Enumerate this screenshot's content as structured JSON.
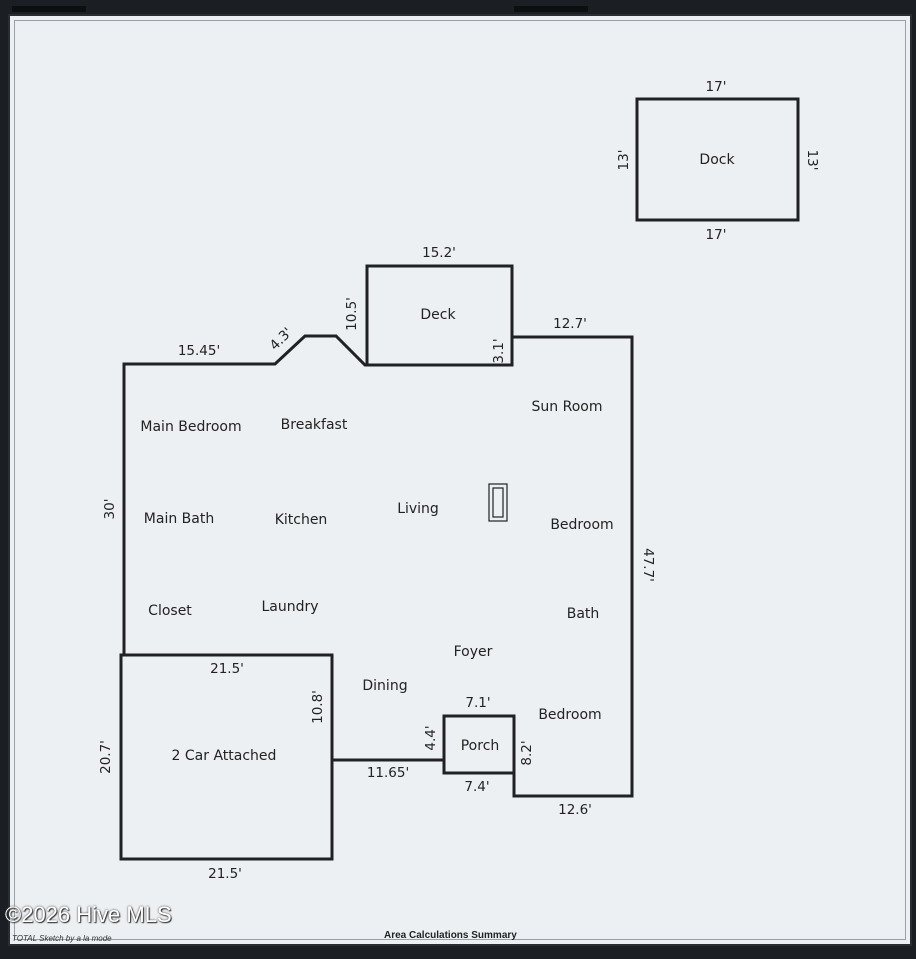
{
  "rooms": {
    "dock": "Dock",
    "deck": "Deck",
    "main_bedroom": "Main Bedroom",
    "breakfast": "Breakfast",
    "sun_room": "Sun Room",
    "main_bath": "Main Bath",
    "kitchen": "Kitchen",
    "living": "Living",
    "bedroom_1": "Bedroom",
    "closet": "Closet",
    "laundry": "Laundry",
    "bath": "Bath",
    "foyer": "Foyer",
    "dining": "Dining",
    "bedroom_2": "Bedroom",
    "garage": "2 Car Attached",
    "porch": "Porch"
  },
  "dimensions": {
    "dock_top": "17'",
    "dock_bottom": "17'",
    "dock_left": "13'",
    "dock_right": "13'",
    "deck_top": "15.2'",
    "deck_left": "10.5'",
    "deck_right": "3.1'",
    "top_left": "15.45'",
    "bump": "4.3'",
    "top_right": "12.7'",
    "left_wall": "30'",
    "right_wall": "47.7'",
    "garage_top": "21.5'",
    "garage_bottom": "21.5'",
    "garage_left": "20.7'",
    "garage_right": "10.8'",
    "bottom_mid": "11.65'",
    "porch_left": "4.4'",
    "porch_top": "7.1'",
    "porch_bottom": "7.4'",
    "porch_right": "8.2'",
    "bottom_right": "12.6'"
  },
  "watermark": "©2026 Hive MLS",
  "footer": {
    "left": "TOTAL Sketch by a la mode",
    "center": "Area Calculations Summary"
  }
}
